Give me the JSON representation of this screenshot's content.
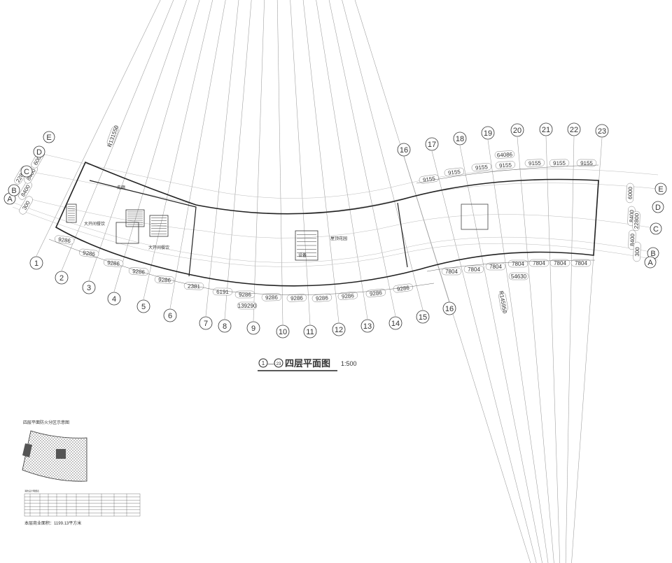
{
  "drawing": {
    "title": "四层平面图",
    "scale": "1:500",
    "caption_start_axis": "1",
    "caption_separator": "—",
    "caption_end_axis": "23"
  },
  "axes": {
    "radial_left": [
      "1",
      "2",
      "3",
      "4",
      "5",
      "6",
      "7",
      "8",
      "9",
      "10",
      "11",
      "12",
      "13",
      "14",
      "15",
      "16"
    ],
    "radial_right_top": [
      "16",
      "17",
      "18",
      "19",
      "20",
      "21",
      "22",
      "23"
    ],
    "arc_left": [
      "A",
      "B",
      "C",
      "D",
      "E"
    ],
    "arc_right": [
      "E",
      "D",
      "C",
      "B",
      "A"
    ]
  },
  "dimensions": {
    "left_segments": [
      "9286",
      "9286",
      "9286",
      "9286",
      "9286",
      "2381",
      "6191",
      "9286",
      "9286",
      "9286",
      "9286",
      "9286",
      "9286",
      "9286"
    ],
    "left_total": "139290",
    "left_radius": "R131550",
    "left_arc_spans": [
      "8400",
      "8400",
      "6000"
    ],
    "left_arc_total": "22800",
    "left_edge_dim": "300",
    "right_top_segments": [
      "9155",
      "9155",
      "9155",
      "9155",
      "9155",
      "9155",
      "9155"
    ],
    "right_top_total": "64086",
    "right_bottom_segments": [
      "7804",
      "7804",
      "7804",
      "7804",
      "7804",
      "7804",
      "7804"
    ],
    "right_bottom_total": "54630",
    "right_radius": "R145950",
    "right_arc_spans": [
      "6000",
      "8400",
      "8400"
    ],
    "right_arc_total": "22800",
    "right_edge_dim": "300"
  },
  "rooms": {
    "corridor": "走廊",
    "dining_1": "大开间餐饮",
    "dining_2": "大开间餐饮",
    "garden": "屋顶花园",
    "equipment": "设备"
  },
  "notes": {
    "zone_title": "四层平面防火分区示意图",
    "table_title": "消防设计明细表",
    "area_note": "本层商业面积：1199.13平方米"
  }
}
